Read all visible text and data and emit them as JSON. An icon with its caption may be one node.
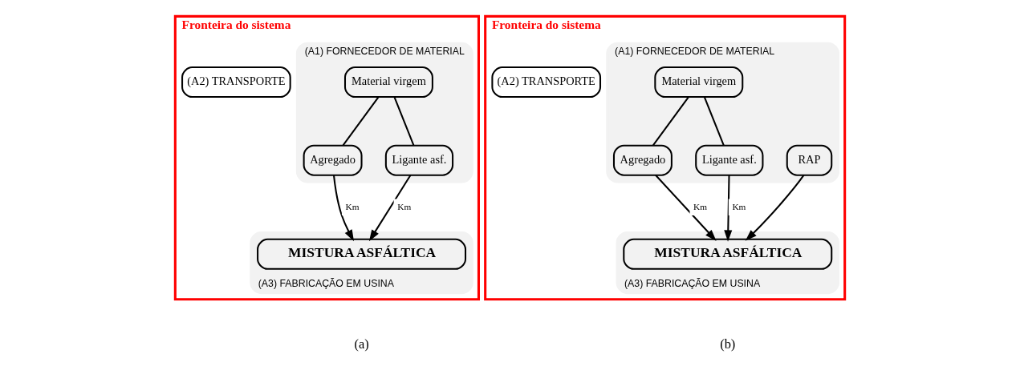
{
  "diagram": {
    "nodes": [
      {
        "text": [
          "Fronteira do sistema"
        ],
        "beside": [
          "(a)"
        ]
      },
      {
        "text": [
          "(A1) FORNECEDOR DE MATERIAL"
        ],
        "in": 0
      },
      {
        "text": [
          "Material virgem"
        ],
        "in": 1
      },
      {
        "text": [
          "Agregado"
        ],
        "in": 1
      },
      {
        "text": [
          "Ligante asf."
        ],
        "in": 1
      },
      {
        "text": [
          "(A2) TRANSPORTE"
        ],
        "in": 0
      },
      {
        "text": [
          "(A3) FABRICAÇÃO EM USINA"
        ],
        "in": 0
      },
      {
        "text": [
          "MISTURA ASFÁLTICA"
        ],
        "in": 6
      },
      {
        "text": [
          "Fronteira do sistema"
        ],
        "beside": [
          "(b)"
        ]
      },
      {
        "text": [
          "(A1) FORNECEDOR DE MATERIAL"
        ],
        "in": 8
      },
      {
        "text": [
          "Material virgem"
        ],
        "in": 9
      },
      {
        "text": [
          "Agregado"
        ],
        "in": 9
      },
      {
        "text": [
          "Ligante asf."
        ],
        "in": 9
      },
      {
        "text": [
          "RAP"
        ],
        "in": 9
      },
      {
        "text": [
          "(A2) TRANSPORTE"
        ],
        "in": 8
      },
      {
        "text": [
          "(A3) FABRICAÇÃO EM USINA"
        ],
        "in": 8
      },
      {
        "text": [
          "MISTURA ASFÁLTICA"
        ],
        "in": 15
      }
    ],
    "edges": [
      {
        "from": 2,
        "to": 3,
        "arrow": "none"
      },
      {
        "from": 2,
        "to": 4,
        "arrow": "none"
      },
      {
        "from": 3,
        "to": 7,
        "arrow": "to",
        "label": "Km"
      },
      {
        "from": 4,
        "to": 7,
        "arrow": "to",
        "label": "Km"
      },
      {
        "from": 10,
        "to": 11,
        "arrow": "none"
      },
      {
        "from": 10,
        "to": 12,
        "arrow": "none"
      },
      {
        "from": 11,
        "to": 16,
        "arrow": "to",
        "label": "Km"
      },
      {
        "from": 12,
        "to": 16,
        "arrow": "to",
        "label": "Km"
      },
      {
        "from": 13,
        "to": 16,
        "arrow": "to"
      }
    ]
  }
}
